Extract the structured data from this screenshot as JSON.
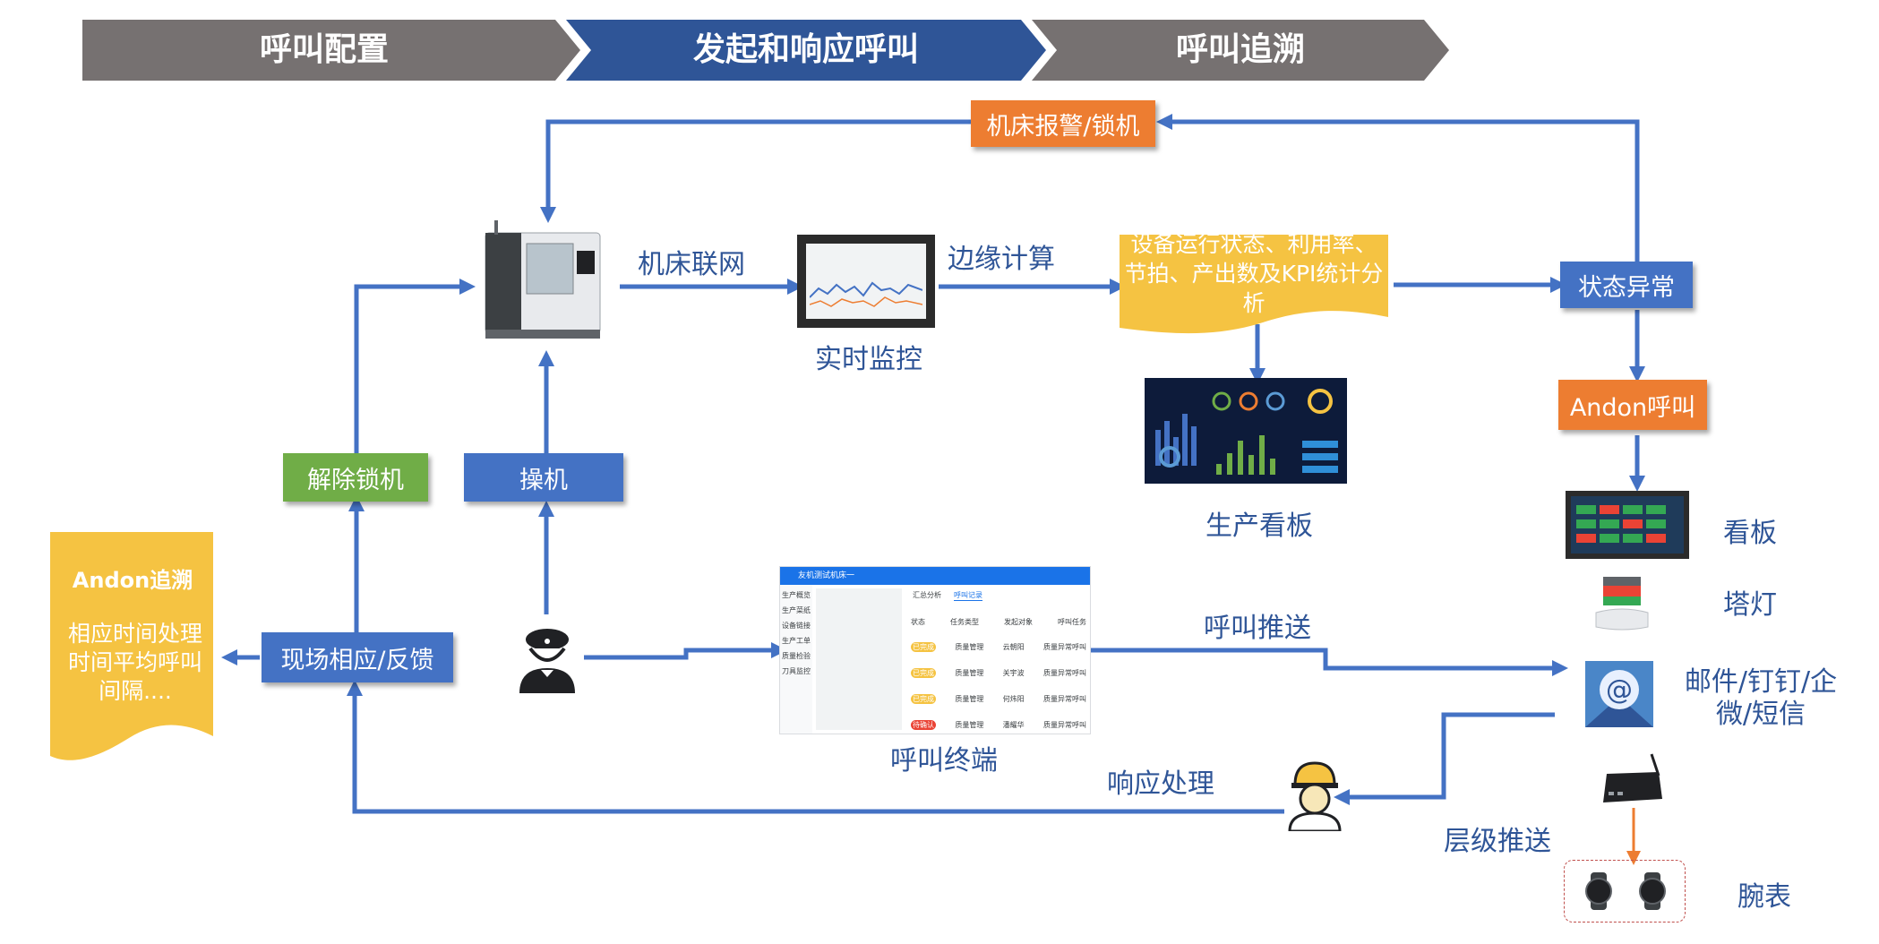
{
  "steps": [
    "呼叫配置",
    "发起和响应呼叫",
    "呼叫追溯"
  ],
  "boxes": {
    "alarm_lock": "机床报警/锁机",
    "status_abnormal": "状态异常",
    "andon_call": "Andon呼叫",
    "unlock": "解除锁机",
    "operate": "操机",
    "feedback": "现场相应/反馈"
  },
  "labels": {
    "networking": "机床联网",
    "edge_computing": "边缘计算",
    "realtime_monitor": "实时监控",
    "production_board": "生产看板",
    "call_terminal": "呼叫终端",
    "call_push": "呼叫推送",
    "response": "响应处理",
    "level_push": "层级推送",
    "kanban": "看板",
    "tower_light": "塔灯",
    "mail": "邮件/钉钉/企微/短信",
    "watch": "腕表"
  },
  "analysis_note": "设备运行状态、利用率、节拍、产出数及KPI统计分析",
  "andon_trace": {
    "title": "Andon追溯",
    "body": "相应时间处理时间平均呼叫间隔...."
  },
  "terminal_ui": {
    "title": "友机测试机床一",
    "nav": [
      "生产概览",
      "生产菜纸",
      "设备链接",
      "生产工单",
      "质量检验",
      "刀具监控"
    ],
    "tabs": [
      "汇总分析",
      "呼叫记录"
    ],
    "columns": [
      "状态",
      "任务类型",
      "发起对象",
      "呼叫任务"
    ],
    "rows": [
      [
        "已完成",
        "质量管理",
        "云朝阳",
        "质量异常呼叫"
      ],
      [
        "已完成",
        "质量管理",
        "关宇波",
        "质量异常呼叫"
      ],
      [
        "已完成",
        "质量管理",
        "何炜阳",
        "质量异常呼叫"
      ],
      [
        "待确认",
        "质量管理",
        "潘耀华",
        "质量异常呼叫"
      ]
    ]
  },
  "colors": {
    "blue": "#4472c4",
    "orange": "#ed7d31",
    "green": "#70ad47",
    "yellow": "#f5c342",
    "chevron_gray": "#767171",
    "chevron_blue": "#2f5597"
  }
}
